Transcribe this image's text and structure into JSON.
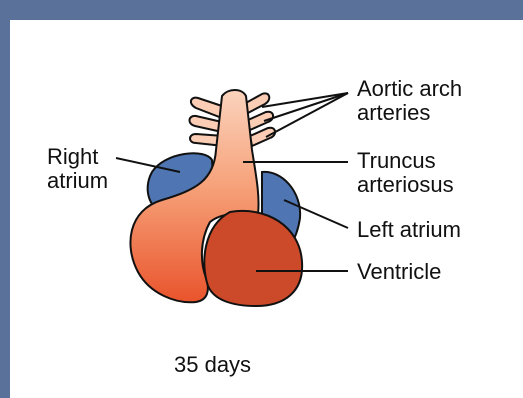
{
  "labels": {
    "aortic_arch_line1": "Aortic arch",
    "aortic_arch_line2": "arteries",
    "right_atrium_line1": "Right",
    "right_atrium_line2": "atrium",
    "truncus_line1": "Truncus",
    "truncus_line2": "arteriosus",
    "left_atrium": "Left atrium",
    "ventricle": "Ventricle",
    "age": "35 days"
  },
  "colors": {
    "frame": "#5a7199",
    "background": "#ffffff",
    "atrium_blue": "#4f76b3",
    "truncus_peach": "#fbcdb4",
    "ventricle_red": "#cc4a2a",
    "outline": "#111111"
  }
}
